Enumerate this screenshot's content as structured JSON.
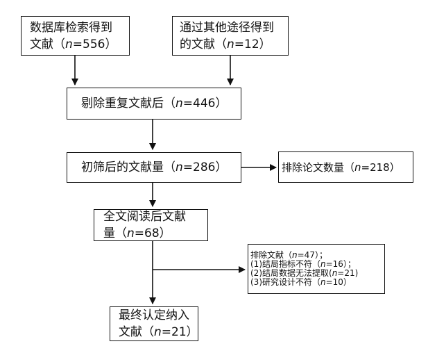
{
  "boxes": {
    "database": {
      "line1": "数据库检索得到",
      "line2_a": "文献（",
      "n": "n",
      "line2_b": "=556）"
    },
    "other": {
      "line1": "通过其他途径得到",
      "line2_a": "的文献（",
      "n": "n",
      "line2_b": "=12）"
    },
    "dedup": {
      "text_a": "剔除重复文献后（",
      "n": "n",
      "text_b": "=446）"
    },
    "screened": {
      "text_a": "初筛后的文献量（",
      "n": "n",
      "text_b": "=286）"
    },
    "excluded_papers": {
      "text_a": "排除论文数量（",
      "n": "n",
      "text_b": "=218）"
    },
    "fulltext": {
      "line1": "全文阅读后文献",
      "line2_a": "量（",
      "n": "n",
      "line2_b": "=68）"
    },
    "excluded_reasons": {
      "line1_a": "排除文献（",
      "line1_n": "n",
      "line1_b": "=47）；",
      "line2_a": "(1)结局指标不符（",
      "line2_n": "n",
      "line2_b": "=16）；",
      "line3_a": "(2)结局数据无法提取(",
      "line3_n": "n",
      "line3_b": "=21)",
      "line4_a": "(3)研究设计不符（",
      "line4_n": "n",
      "line4_b": "=10）"
    },
    "final": {
      "line1": "最终认定纳入",
      "line2_a": "文献（",
      "n": "n",
      "line2_b": "=21）"
    }
  }
}
